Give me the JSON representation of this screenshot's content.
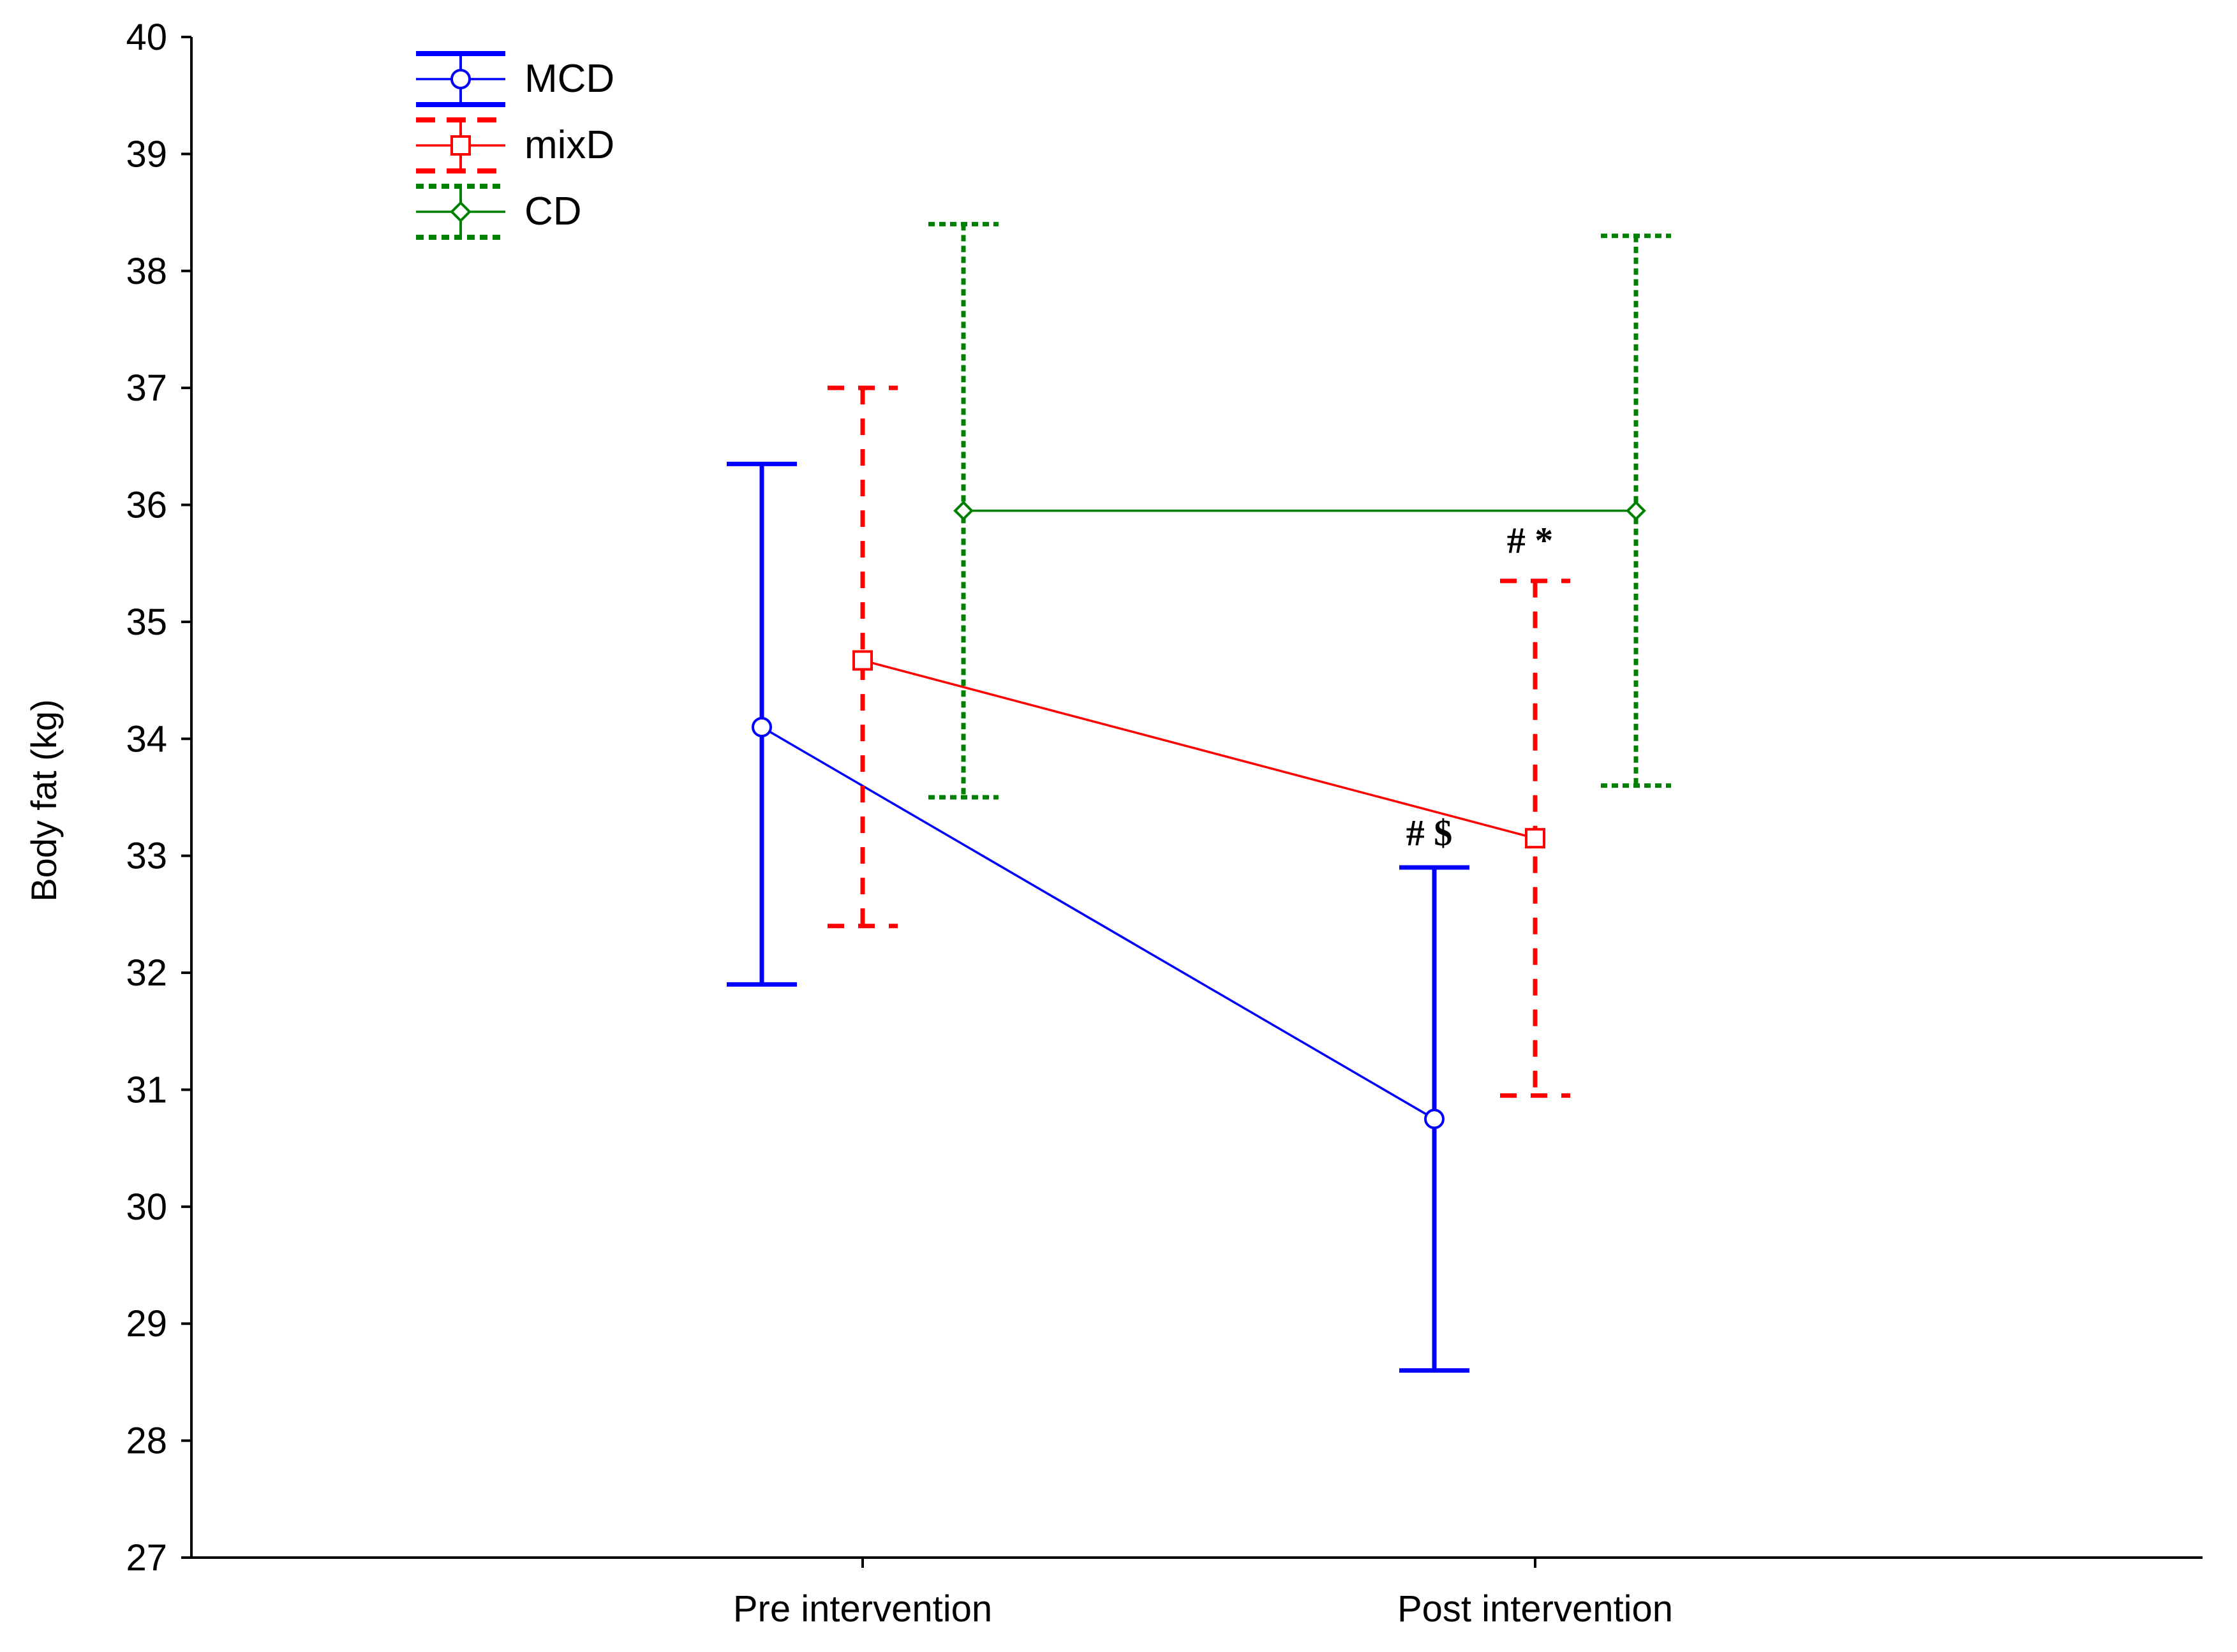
{
  "chart_data": {
    "type": "line",
    "ylabel": "Body fat (kg)",
    "xlabel": "",
    "categories": [
      "Pre intervention",
      "Post intervention"
    ],
    "ylim": [
      27,
      40
    ],
    "yticks": [
      27,
      28,
      29,
      30,
      31,
      32,
      33,
      34,
      35,
      36,
      37,
      38,
      39,
      40
    ],
    "grid": false,
    "legend_position": "top-left",
    "series": [
      {
        "name": "MCD",
        "color": "#0000ff",
        "marker": "circle",
        "line_style": "solid",
        "values": [
          34.1,
          30.75
        ],
        "error_low": [
          31.9,
          28.6
        ],
        "error_high": [
          36.35,
          32.9
        ]
      },
      {
        "name": "mixD",
        "color": "#ff0000",
        "marker": "square",
        "line_style": "dashed",
        "values": [
          34.67,
          33.15
        ],
        "error_low": [
          32.4,
          30.95
        ],
        "error_high": [
          37.0,
          35.35
        ]
      },
      {
        "name": "CD",
        "color": "#008000",
        "marker": "diamond",
        "line_style": "dotted",
        "values": [
          35.95,
          35.95
        ],
        "error_low": [
          33.5,
          33.6
        ],
        "error_high": [
          38.4,
          38.3
        ]
      }
    ],
    "annotations": [
      {
        "text": "# $",
        "category": "Post intervention",
        "series": "MCD",
        "y": 33.2
      },
      {
        "text": "# *",
        "category": "Post intervention",
        "series": "mixD",
        "y": 35.7
      }
    ]
  }
}
